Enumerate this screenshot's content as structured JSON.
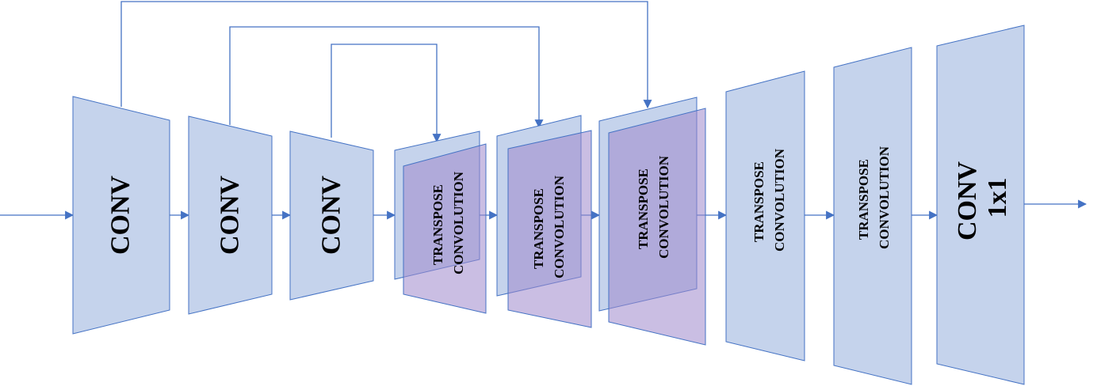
{
  "blocks": {
    "conv1": "CONV",
    "conv2": "CONV",
    "conv3": "CONV",
    "tconv1": [
      "TRANSPOSE",
      "CONVOLUTION"
    ],
    "tconv2": [
      "TRANSPOSE",
      "CONVOLUTION"
    ],
    "tconv3": [
      "TRANSPOSE",
      "CONVOLUTION"
    ],
    "tconv4": [
      "TRANSPOSE",
      "CONVOLUTION"
    ],
    "tconv5": [
      "TRANSPOSE",
      "CONVOLUTION"
    ],
    "conv1x1": [
      "CONV",
      "1x1"
    ]
  },
  "colors": {
    "block_fill": "#c5d3ec",
    "concat_fill": "#9f89cc",
    "line": "#4472c4",
    "text": "#000000"
  }
}
